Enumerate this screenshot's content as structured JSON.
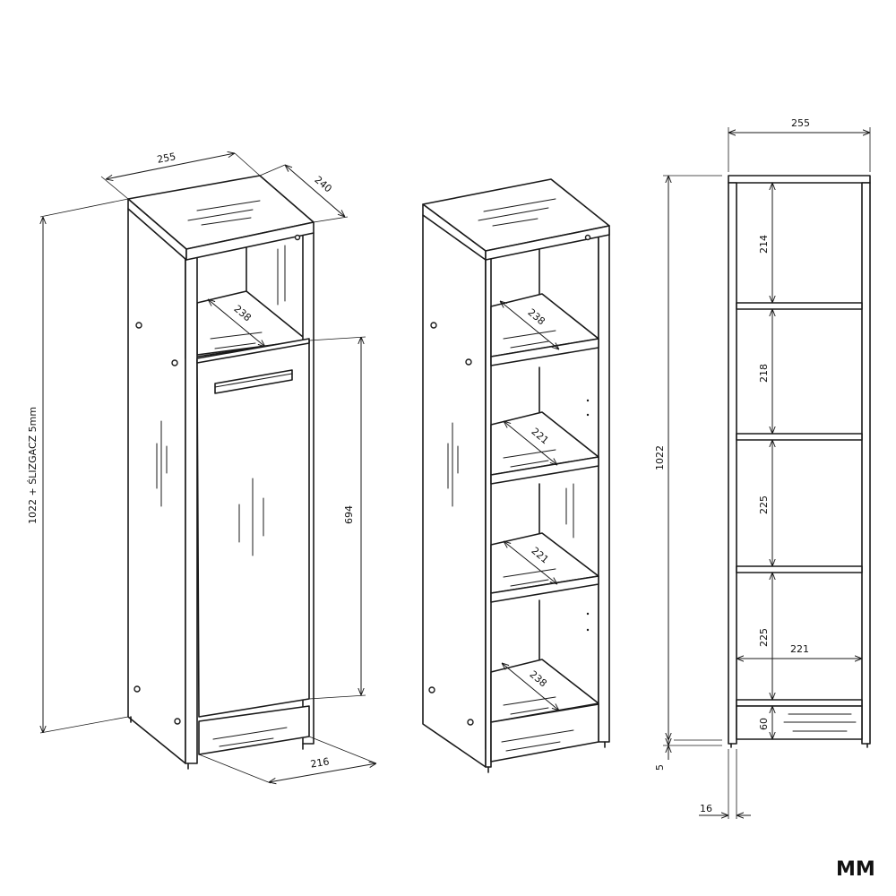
{
  "unit": "MM",
  "left_view": {
    "width": "255",
    "depth": "240",
    "height": "1022 + ŚLIZGACZ 5mm",
    "door_height": "694",
    "bottom_depth": "216",
    "shelf_depth": "238"
  },
  "middle_view": {
    "shelf_depths": [
      "238",
      "221",
      "221",
      "238"
    ]
  },
  "right_view": {
    "width": "255",
    "total_height": "1022",
    "compartment_heights": [
      "214",
      "218",
      "225",
      "225"
    ],
    "inner_width": "221",
    "plinth_height": "60",
    "glider_height": "5",
    "board_thickness": "16"
  },
  "colors": {
    "line": "#1a1a1a",
    "background": "#ffffff"
  }
}
